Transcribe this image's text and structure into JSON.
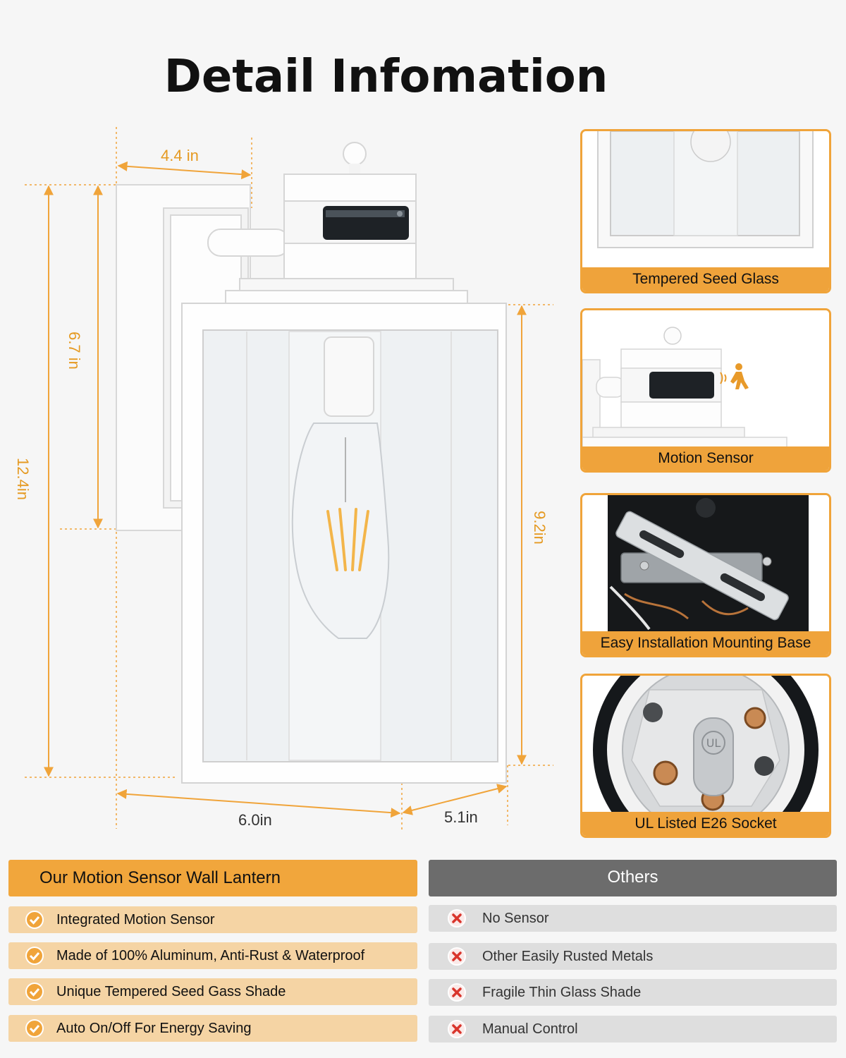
{
  "title": "Detail Infomation",
  "dimensions": {
    "top_width": "4.4 in",
    "total_height": "12.4in",
    "bracket_height": "6.7 in",
    "lantern_height": "9.2in",
    "width": "6.0in",
    "depth": "5.1in"
  },
  "features": [
    {
      "caption": "Tempered Seed Glass"
    },
    {
      "caption": "Motion Sensor"
    },
    {
      "caption": "Easy Installation Mounting Base"
    },
    {
      "caption": "UL Listed E26 Socket",
      "stamp": "UL"
    }
  ],
  "comparison": {
    "ours_title": "Our Motion Sensor Wall Lantern",
    "others_title": "Others",
    "ours": [
      "Integrated Motion Sensor",
      "Made of 100% Aluminum, Anti-Rust & Waterproof",
      "Unique Tempered Seed Gass Shade",
      "Auto On/Off For Energy Saving"
    ],
    "others": [
      "No Sensor",
      "Other Easily Rusted Metals",
      "Fragile Thin Glass Shade",
      "Manual Control"
    ]
  },
  "colors": {
    "accent": "#f0a43a",
    "ours_row": "#f5d4a4",
    "others_header": "#6c6c6c",
    "others_row": "#dedede",
    "cross": "#d9342b"
  },
  "icons": {
    "ours": "check-icon",
    "others": "cross-icon"
  }
}
